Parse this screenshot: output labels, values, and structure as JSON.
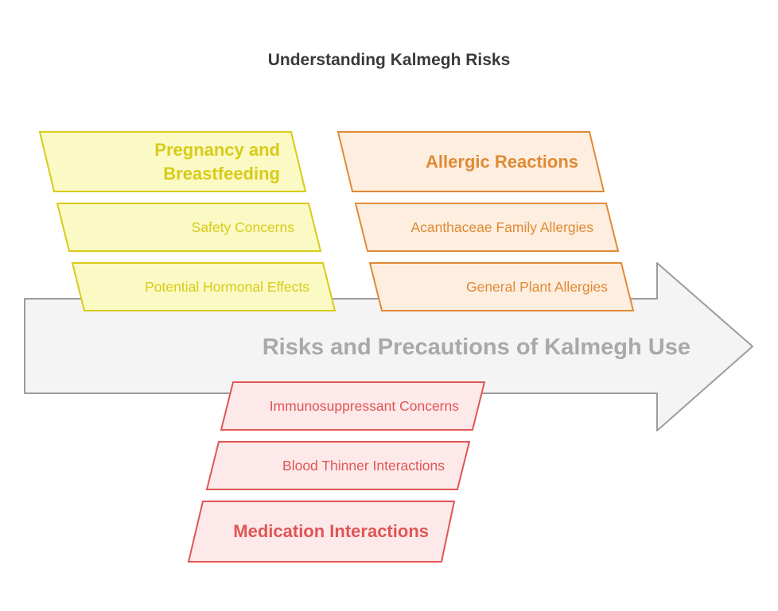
{
  "title": "Understanding Kalmegh Risks",
  "main_arrow": {
    "label": "Risks and Precautions of Kalmegh Use"
  },
  "groups": {
    "pregnancy": {
      "heading": "Pregnancy and Breastfeeding",
      "items": [
        "Safety Concerns",
        "Potential Hormonal Effects"
      ],
      "color": "#d8cb1a",
      "fill": "#fbf9c4"
    },
    "allergic": {
      "heading": "Allergic Reactions",
      "items": [
        "Acanthaceae Family Allergies",
        "General Plant Allergies"
      ],
      "color": "#e08a34",
      "fill": "#fdeee0"
    },
    "medication": {
      "heading": "Medication Interactions",
      "items": [
        "Immunosuppressant Concerns",
        "Blood Thinner Interactions"
      ],
      "color": "#e05555",
      "fill": "#fde9e9"
    }
  },
  "arrow_colors": {
    "fill": "#f4f4f4",
    "stroke": "#9c9c9c"
  }
}
